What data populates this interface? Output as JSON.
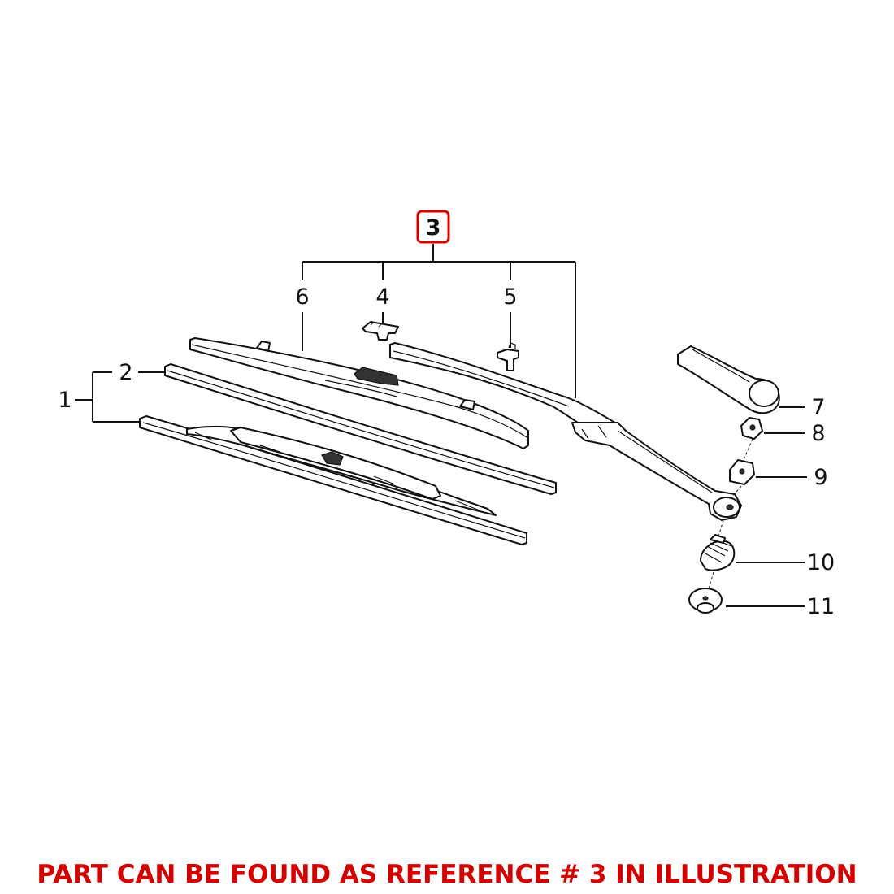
{
  "callouts": {
    "c1": "1",
    "c2": "2",
    "c3": "3",
    "c4": "4",
    "c5": "5",
    "c6": "6",
    "c7": "7",
    "c8": "8",
    "c9": "9",
    "c10": "10",
    "c11": "11"
  },
  "highlight_color": "#d40000",
  "caption": "PART CAN BE FOUND AS REFERENCE # 3 IN ILLUSTRATION"
}
